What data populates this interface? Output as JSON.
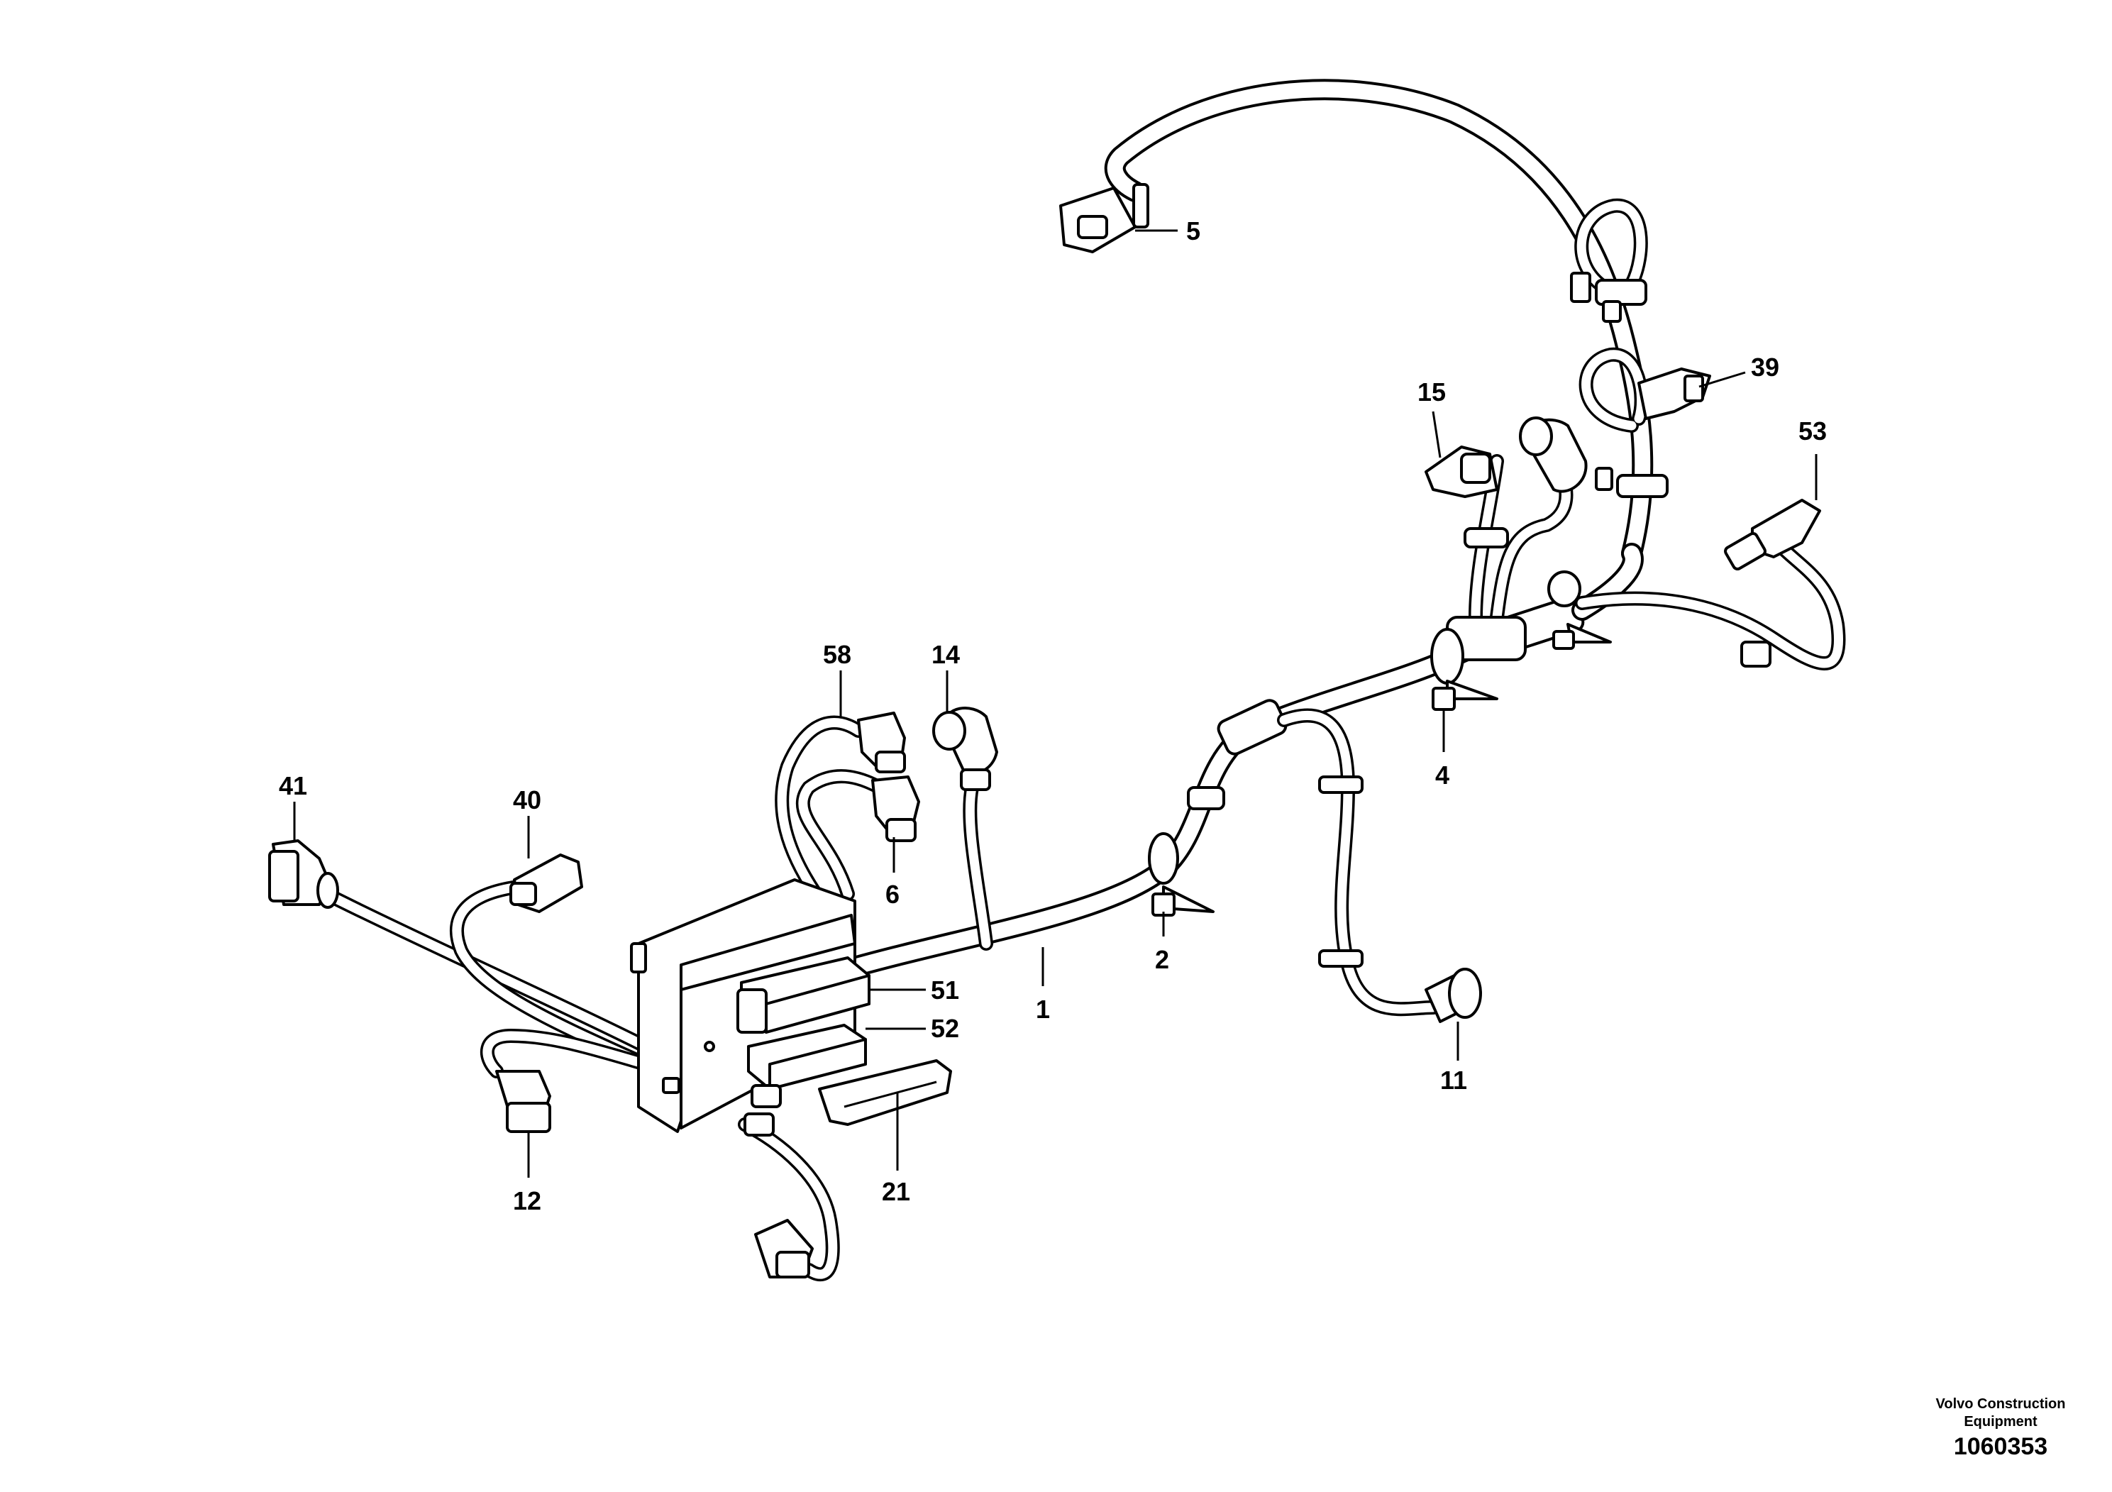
{
  "callouts": [
    {
      "id": "c1",
      "text": "1"
    },
    {
      "id": "c2",
      "text": "2"
    },
    {
      "id": "c4",
      "text": "4"
    },
    {
      "id": "c5",
      "text": "5"
    },
    {
      "id": "c6",
      "text": "6"
    },
    {
      "id": "c11",
      "text": "11"
    },
    {
      "id": "c12",
      "text": "12"
    },
    {
      "id": "c14",
      "text": "14"
    },
    {
      "id": "c15",
      "text": "15"
    },
    {
      "id": "c21",
      "text": "21"
    },
    {
      "id": "c39",
      "text": "39"
    },
    {
      "id": "c40",
      "text": "40"
    },
    {
      "id": "c41",
      "text": "41"
    },
    {
      "id": "c51",
      "text": "51"
    },
    {
      "id": "c52",
      "text": "52"
    },
    {
      "id": "c53",
      "text": "53"
    },
    {
      "id": "c58",
      "text": "58"
    }
  ],
  "footer": {
    "company_line1": "Volvo Construction",
    "company_line2": "Equipment",
    "drawing_number": "1060353"
  },
  "colors": {
    "line": "#000000",
    "background": "#ffffff"
  }
}
